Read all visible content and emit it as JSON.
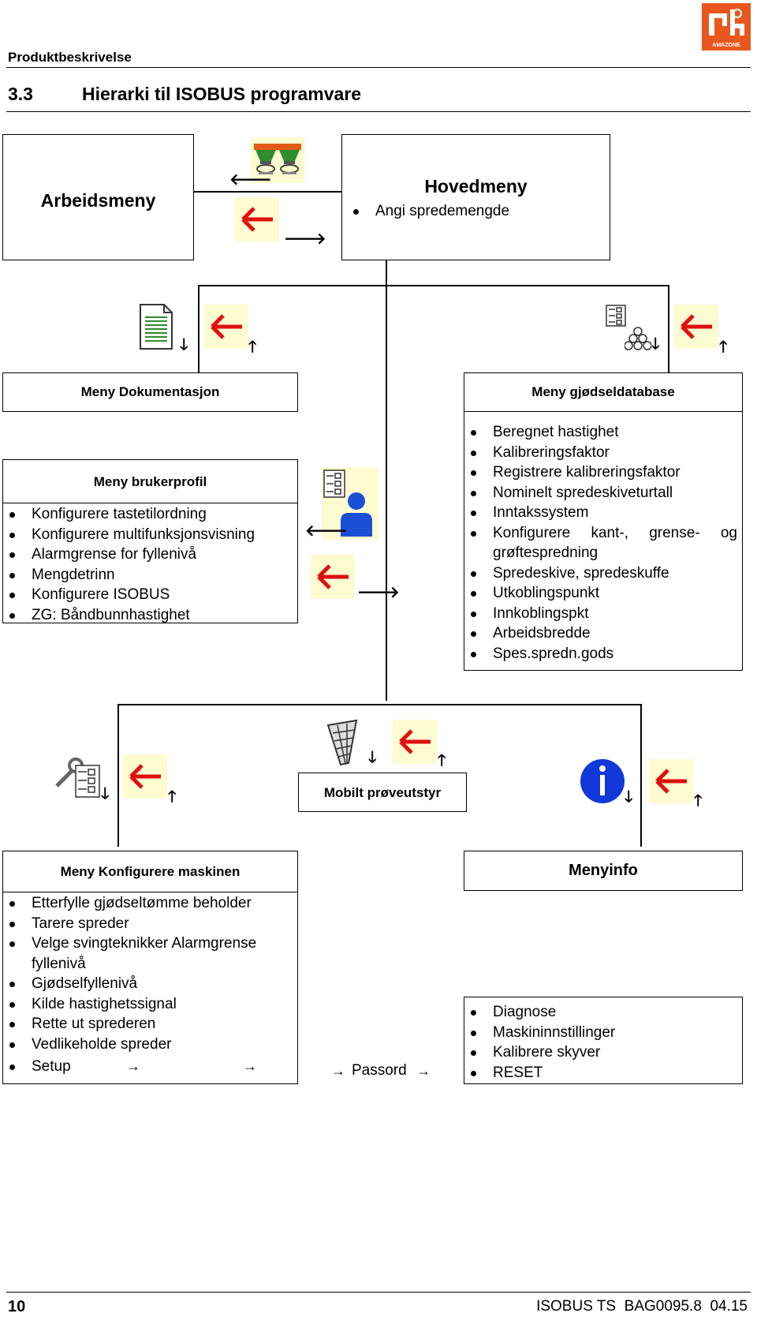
{
  "page": {
    "section_title": "Produktbeskrivelse",
    "heading_number": "3.3",
    "heading_text": "Hierarki til ISOBUS programvare",
    "footer_page": "10",
    "footer_doc": "ISOBUS TS  BAG0095.8  04.15",
    "logo_text": "AMAZONE"
  },
  "arbeidsmeny": {
    "title": "Arbeidsmeny"
  },
  "hovedmeny": {
    "title": "Hovedmeny",
    "items": [
      "Angi spredemengde"
    ]
  },
  "dokumentasjon": {
    "title": "Meny Dokumentasjon"
  },
  "gjodseldatabase": {
    "title": "Meny gjødseldatabase",
    "items": [
      "Beregnet hastighet",
      "Kalibreringsfaktor",
      "Registrere kalibreringsfaktor",
      "Nominelt spredeskiveturtall",
      "Inntakssystem",
      "Konfigurere kant-, grense- og grøftespredning",
      "Spredeskive, spredeskuffe",
      "Utkoblingspunkt",
      "Innkoblingspkt",
      "Arbeidsbredde",
      "Spes.spredn.gods"
    ]
  },
  "brukerprofil": {
    "title": "Meny brukerprofil",
    "items": [
      "Konfigurere tastetilordning",
      "Konfigurere multifunksjonsvisning",
      "Alarmgrense for fyllenivå",
      "Mengdetrinn",
      "Konfigurere ISOBUS",
      "ZG: Båndbunnhastighet"
    ]
  },
  "proveutstyr": {
    "title": "Mobilt prøveutstyr"
  },
  "konfigurere": {
    "title": "Meny Konfigurere maskinen",
    "items": [
      "Etterfylle gjødseltømme beholder",
      "Tarere spreder",
      "Velge svingteknikker Alarmgrense fyllenivå",
      "Gjødselfyllenivå",
      "Kilde hastighetssignal",
      "Rette ut sprederen",
      "Vedlikeholde spreder"
    ],
    "setup_label": "Setup",
    "passord_label": "Passord"
  },
  "menyinfo": {
    "title": "Menyinfo",
    "items": [
      "Diagnose",
      "Maskininnstillinger",
      "Kalibrere skyver",
      "RESET"
    ]
  },
  "colors": {
    "logo": "#e8571e",
    "back_arrow": "#e01010",
    "tile": "#fdfbd0",
    "user": "#1a4fd6",
    "info": "#1238d8"
  }
}
